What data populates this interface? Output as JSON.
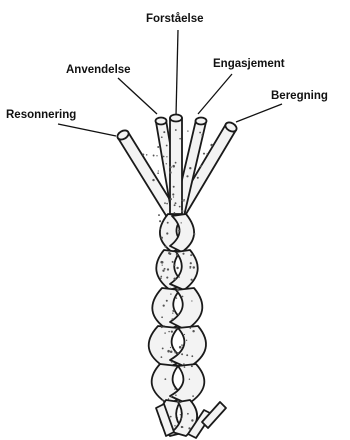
{
  "diagram": {
    "labels": {
      "forstaelse": "Forståelse",
      "anvendelse": "Anvendelse",
      "engasjement": "Engasjement",
      "beregning": "Beregning",
      "resonnering": "Resonnering"
    }
  }
}
